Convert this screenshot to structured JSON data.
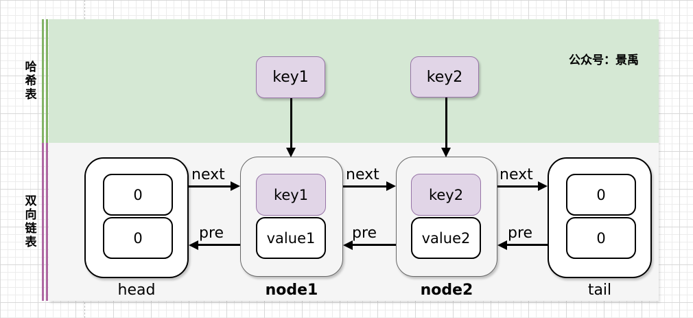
{
  "watermark": {
    "text": "公众号：景禹"
  },
  "sections": {
    "hash_table": {
      "label": "哈希表",
      "band_color": "#d5e8d4",
      "bar_color": "#82b366"
    },
    "linked_list": {
      "label": "双向链表",
      "band_color": "#f5f5f5",
      "bar_color": "#ae68a2"
    }
  },
  "hash_keys": [
    {
      "label": "key1"
    },
    {
      "label": "key2"
    }
  ],
  "list_nodes": [
    {
      "label": "head",
      "type": "sentinel",
      "slots": [
        "0",
        "0"
      ]
    },
    {
      "label": "node1",
      "type": "data",
      "key": "key1",
      "value": "value1"
    },
    {
      "label": "node2",
      "type": "data",
      "key": "key2",
      "value": "value2"
    },
    {
      "label": "tail",
      "type": "sentinel",
      "slots": [
        "0",
        "0"
      ]
    }
  ],
  "edges": [
    {
      "label": "next",
      "from": "head",
      "to": "node1"
    },
    {
      "label": "pre",
      "from": "node1",
      "to": "head"
    },
    {
      "label": "next",
      "from": "node1",
      "to": "node2"
    },
    {
      "label": "pre",
      "from": "node2",
      "to": "node1"
    },
    {
      "label": "next",
      "from": "node2",
      "to": "tail"
    },
    {
      "label": "pre",
      "from": "tail",
      "to": "node2"
    }
  ],
  "key_pointers": [
    {
      "from": "key1",
      "to": "node1"
    },
    {
      "from": "key2",
      "to": "node2"
    }
  ],
  "colors": {
    "key_fill": "#e1d5e7",
    "key_border": "#9673a6",
    "sentinel_fill": "#ffffff",
    "node_fill": "#f5f5f5",
    "arrow": "#000000"
  }
}
